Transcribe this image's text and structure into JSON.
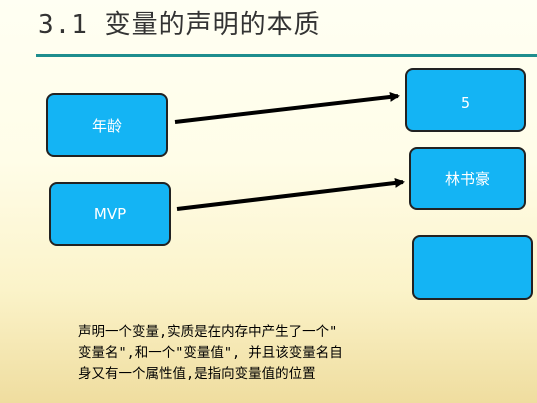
{
  "slide": {
    "title": "3.1 变量的声明的本质",
    "boxes": {
      "age_label": "年龄",
      "mvp_label": "MVP",
      "five_value": "5",
      "name_value": "林书豪",
      "empty_value": ""
    },
    "description_lines": [
      "声明一个变量,实质是在内存中产生了一个\"",
      "变量名\",和一个\"变量值\", 并且该变量名自",
      "身又有一个属性值,是指向变量值的位置"
    ],
    "colors": {
      "box_fill": "#14b4f4",
      "title_rule": "#1f8e8e",
      "arrow": "#000000"
    }
  }
}
